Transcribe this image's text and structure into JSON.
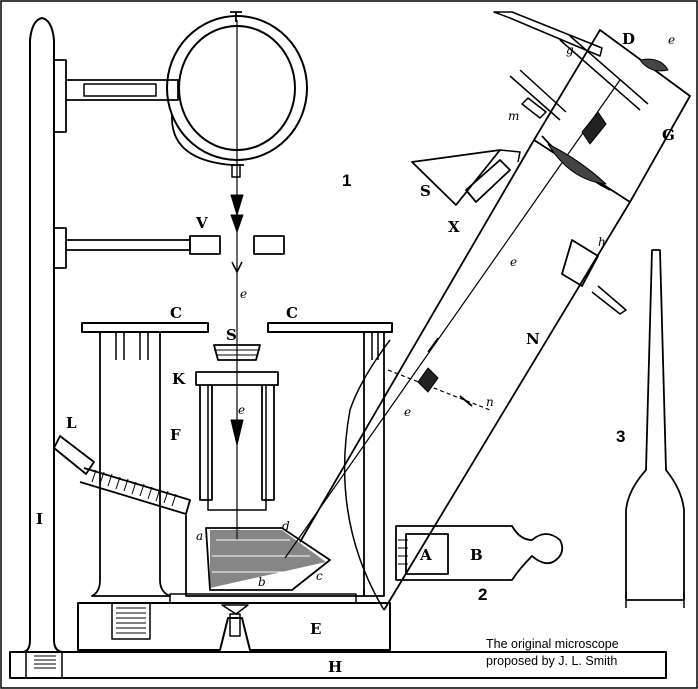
{
  "caption": {
    "line1": "The original microscope",
    "line2": "proposed by J. L. Smith"
  },
  "labels": {
    "fig1": "1",
    "fig2": "2",
    "fig3": "3",
    "D": "D",
    "G": "G",
    "g": "g",
    "m": "m",
    "e_top": "e",
    "S_stage": "S",
    "X": "X",
    "h": "h",
    "e_tube": "e",
    "N": "N",
    "n": "n",
    "e_lower": "e",
    "V": "V",
    "e_mid": "e",
    "C_left": "C",
    "C_right": "C",
    "S_center": "S",
    "K": "K",
    "F": "F",
    "e_inner": "e",
    "L": "L",
    "I": "I",
    "a": "a",
    "b": "b",
    "c": "c",
    "d": "d",
    "A": "A",
    "B": "B",
    "E": "E",
    "H": "H"
  }
}
